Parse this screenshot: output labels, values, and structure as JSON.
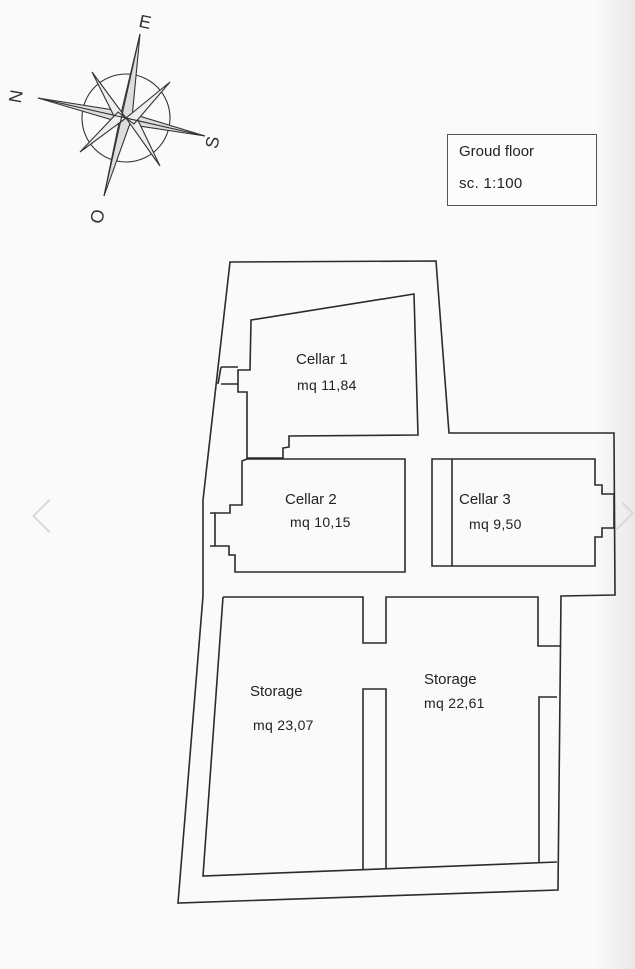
{
  "legend": {
    "title": "Groud floor",
    "scale": "sc. 1:100"
  },
  "compass": {
    "n": "N",
    "e": "E",
    "s": "S",
    "o": "O"
  },
  "rooms": [
    {
      "name": "Cellar 1",
      "area": "mq 11,84"
    },
    {
      "name": "Cellar 2",
      "area": "mq 10,15"
    },
    {
      "name": "Cellar 3",
      "area": "mq 9,50"
    },
    {
      "name": "Storage",
      "area": "mq 23,07"
    },
    {
      "name": "Storage",
      "area": "mq 22,61"
    }
  ],
  "colors": {
    "line": "#2b2b2b",
    "paper": "#fafafa"
  },
  "icons": {
    "compass": "compass-rose-icon",
    "prev": "chevron-left-icon",
    "next": "chevron-right-icon"
  }
}
